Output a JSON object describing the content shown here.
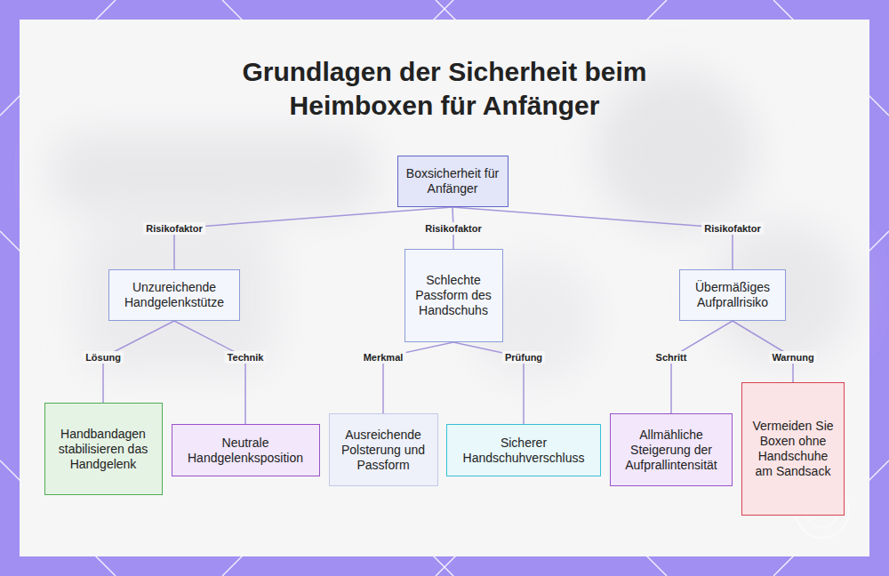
{
  "diagram": {
    "title": "Grundlagen der Sicherheit beim Heimboxen für Anfänger",
    "nodes": [
      {
        "text": [
          "Boxsicherheit für Anfänger"
        ]
      },
      {
        "text": [
          "Unzureichende Handgelenkstütze"
        ]
      },
      {
        "text": [
          "Schlechte Passform des Handschuhs"
        ]
      },
      {
        "text": [
          "Übermäßiges Aufprallrisiko"
        ]
      },
      {
        "text": [
          "Handbandagen stabilisieren das Handgelenk"
        ]
      },
      {
        "text": [
          "Neutrale Handgelenksposition"
        ]
      },
      {
        "text": [
          "Ausreichende Polsterung und Passform"
        ]
      },
      {
        "text": [
          "Sicherer Handschuhverschluss"
        ]
      },
      {
        "text": [
          "Allmähliche Steigerung der Aufprallintensität"
        ]
      },
      {
        "text": [
          "Vermeiden Sie Boxen ohne Handschuhe am Sandsack"
        ]
      }
    ],
    "edges": [
      {
        "from": 0,
        "to": 1,
        "arrow": "none",
        "label": "Risikofaktor"
      },
      {
        "from": 0,
        "to": 2,
        "arrow": "none",
        "label": "Risikofaktor"
      },
      {
        "from": 0,
        "to": 3,
        "arrow": "none",
        "label": "Risikofaktor"
      },
      {
        "from": 1,
        "to": 4,
        "arrow": "none",
        "label": "Lösung"
      },
      {
        "from": 1,
        "to": 5,
        "arrow": "none",
        "label": "Technik"
      },
      {
        "from": 2,
        "to": 6,
        "arrow": "none",
        "label": "Merkmal"
      },
      {
        "from": 2,
        "to": 7,
        "arrow": "none",
        "label": "Prüfung"
      },
      {
        "from": 3,
        "to": 8,
        "arrow": "none",
        "label": "Schritt"
      },
      {
        "from": 3,
        "to": 9,
        "arrow": "none",
        "label": "Warnung"
      }
    ]
  }
}
